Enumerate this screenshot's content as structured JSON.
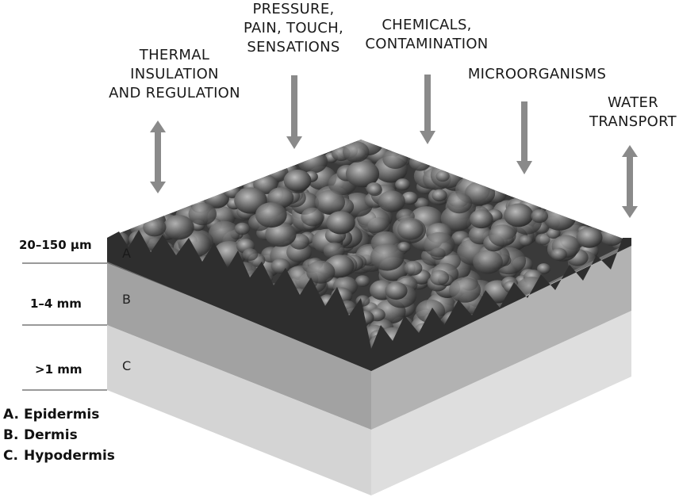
{
  "factors": {
    "thermal": [
      "THERMAL",
      "INSULATION",
      "AND REGULATION"
    ],
    "pressure": [
      "PRESSURE,",
      "PAIN, TOUCH,",
      "SENSATIONS"
    ],
    "chemicals": [
      "CHEMICALS,",
      "CONTAMINATION"
    ],
    "microorganisms": [
      "MICROORGANISMS"
    ],
    "water": [
      "WATER",
      "TRANSPORT"
    ]
  },
  "thickness": {
    "a": "20–150 µm",
    "b": "1–4 mm",
    "c": ">1 mm"
  },
  "layer_letters": {
    "a": "A",
    "b": "B",
    "c": "C"
  },
  "legend": [
    {
      "key": "A.",
      "name": "Epidermis"
    },
    {
      "key": "B.",
      "name": "Dermis"
    },
    {
      "key": "C.",
      "name": "Hypodermis"
    }
  ],
  "colors": {
    "epidermis_side": "#6b6b6b",
    "dermis": "#a6a6a6",
    "hypodermis": "#d6d6d6",
    "arrow": "#8a8a8a"
  }
}
